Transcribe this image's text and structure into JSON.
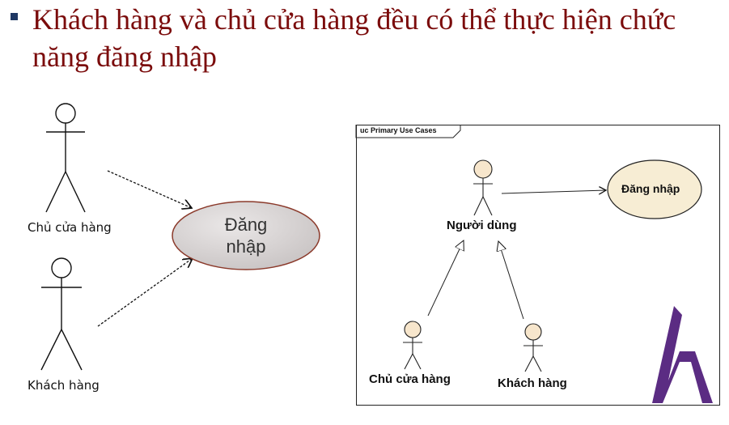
{
  "slide": {
    "title": "Khách hàng và chủ cửa hàng đều có thể thực hiện chức năng đăng nhập"
  },
  "left_diagram": {
    "actor_owner": "Chủ cửa hàng",
    "actor_customer": "Khách hàng",
    "use_case_line1": "Đăng",
    "use_case_line2": "nhập"
  },
  "uml_diagram": {
    "frame_title": "uc Primary Use Cases",
    "actor_user": "Người dùng",
    "use_case": "Đăng nhập",
    "actor_owner": "Chủ cửa hàng",
    "actor_customer": "Khách hàng"
  },
  "colors": {
    "title": "#7b0c0c",
    "bullet": "#1f3864",
    "logo": "#5b2c83",
    "use_case_fill_left": "#d9d5d5",
    "use_case_stroke_left": "#8b3a2b",
    "uml_fill": "#f7edd4"
  }
}
